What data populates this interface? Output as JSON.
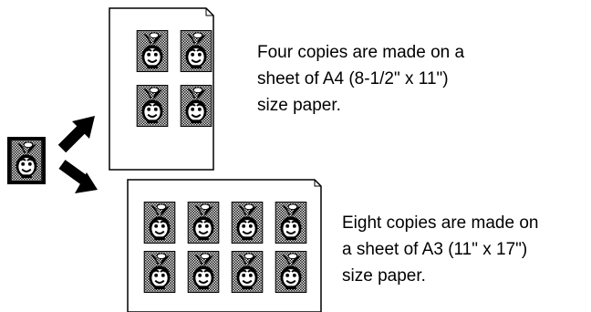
{
  "figure": {
    "original_icon": "face-portrait-icon",
    "arrows": [
      "arrow-up-right-icon",
      "arrow-down-right-icon"
    ],
    "a4": {
      "copies": 4,
      "caption": "Four copies are made on a\nsheet of A4 (8-1/2\" x 11\")\nsize paper."
    },
    "a3": {
      "copies": 8,
      "caption": "Eight copies are made on\na sheet of A3 (11\" x 17\")\nsize paper."
    }
  }
}
